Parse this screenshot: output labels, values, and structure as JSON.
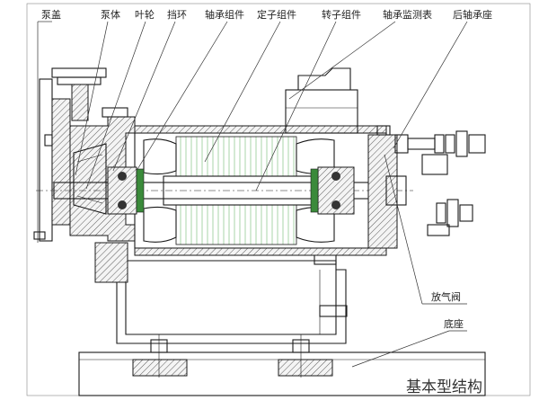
{
  "labels": {
    "pump_cover": "泵盖",
    "pump_body": "泵体",
    "impeller": "叶轮",
    "retaining_ring": "挡环",
    "bearing_assembly": "轴承组件",
    "stator_assembly": "定子组件",
    "rotor_assembly": "转子组件",
    "bearing_monitor": "轴承监测表",
    "rear_bearing_seat": "后轴承座",
    "vent_valve": "放气阀",
    "base": "底座"
  },
  "caption": "基本型结构"
}
